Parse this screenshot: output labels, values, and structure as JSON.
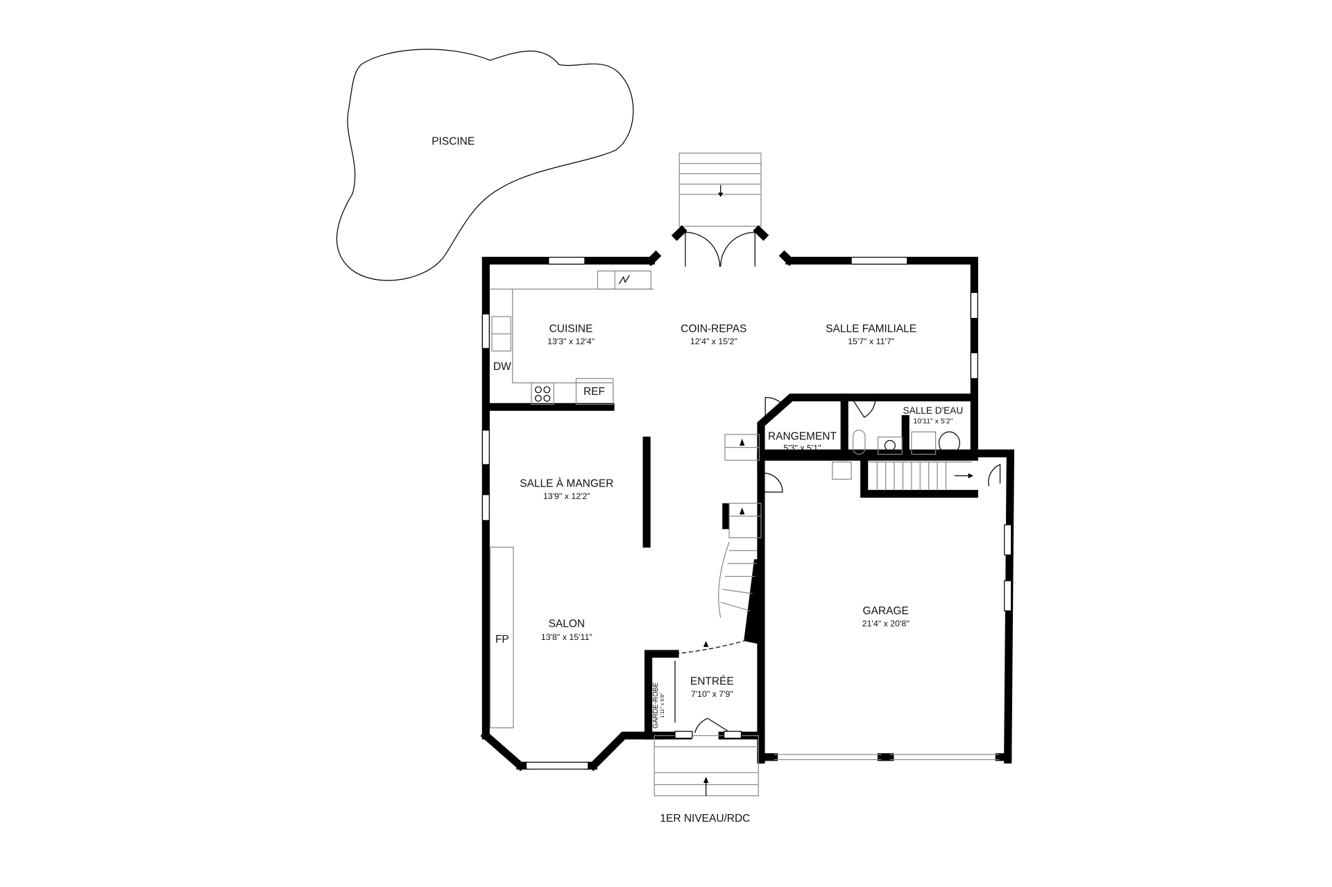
{
  "plan": {
    "level_title": "1ER NIVEAU/RDC",
    "pool": {
      "label": "PISCINE"
    },
    "rooms": {
      "cuisine": {
        "name": "CUISINE",
        "size": "13'3\" x 12'4\""
      },
      "coin_repas": {
        "name": "COIN-REPAS",
        "size": "12'4\" x 15'2\""
      },
      "salle_familiale": {
        "name": "SALLE FAMILIALE",
        "size": "15'7\" x 11'7\""
      },
      "salle_eau": {
        "name": "SALLE D'EAU",
        "size": "10'11\" x 5'2\""
      },
      "rangement": {
        "name": "RANGEMENT",
        "size": "5'3\" x 5'1\""
      },
      "salle_manger": {
        "name": "SALLE À MANGER",
        "size": "13'9\" x 12'2\""
      },
      "salon": {
        "name": "SALON",
        "size": "13'8\" x 15'11\""
      },
      "entree": {
        "name": "ENTRÉE",
        "size": "7'10\" x 7'9\""
      },
      "garde_robe": {
        "name": "GARDE-ROBE",
        "size": "1'11\" x 6'8\""
      },
      "garage": {
        "name": "GARAGE",
        "size": "21'4\" x 20'8\""
      }
    },
    "fixtures": {
      "dishwasher": "DW",
      "refrigerator": "REF",
      "fireplace": "FP"
    }
  }
}
